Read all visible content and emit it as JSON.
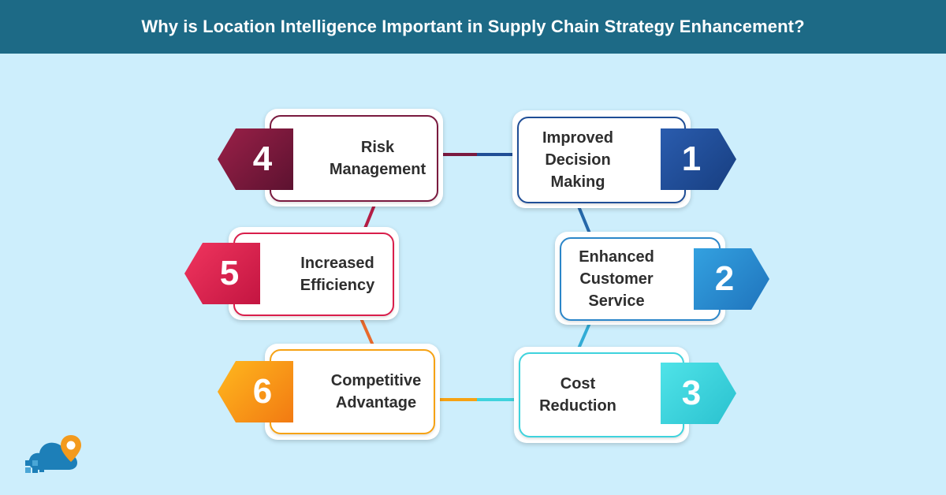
{
  "header": {
    "title": "Why is Location Intelligence Important in Supply Chain Strategy Enhancement?"
  },
  "items": [
    {
      "number": "1",
      "label": "Improved\nDecision\nMaking",
      "color": "#1f4e96",
      "badge_from": "#2a5cae",
      "badge_to": "#173e80"
    },
    {
      "number": "2",
      "label": "Enhanced\nCustomer\nService",
      "color": "#2b86c9",
      "badge_from": "#33a1e0",
      "badge_to": "#1f73bc"
    },
    {
      "number": "3",
      "label": "Cost\nReduction",
      "color": "#3fd3dd",
      "badge_from": "#4fe3e8",
      "badge_to": "#2ac1cf"
    },
    {
      "number": "4",
      "label": "Risk\nManagement",
      "color": "#7a1a3f",
      "badge_from": "#9b2048",
      "badge_to": "#5c1230"
    },
    {
      "number": "5",
      "label": "Increased\nEfficiency",
      "color": "#d91e4b",
      "badge_from": "#f0355e",
      "badge_to": "#c31541"
    },
    {
      "number": "6",
      "label": "Competitive\nAdvantage",
      "color": "#f6a214",
      "badge_from": "#ffb81e",
      "badge_to": "#f27a12"
    }
  ],
  "logo": {
    "icon": "cloud-location-pin-icon",
    "cloud_color": "#1d7fb8",
    "pin_color": "#f39a1d"
  }
}
